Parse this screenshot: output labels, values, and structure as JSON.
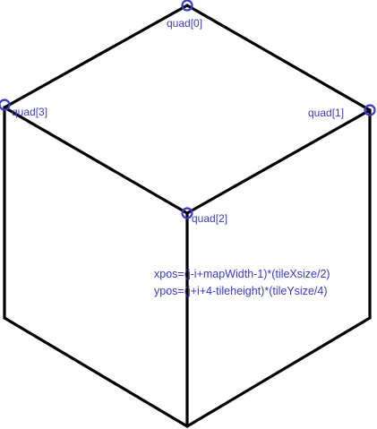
{
  "diagram": {
    "colors": {
      "edge": "#000000",
      "annotation": "#3a3ac8",
      "background": "#ffffff"
    },
    "vertex_labels": {
      "top": "quad[0]",
      "right": "quad[1]",
      "front": "quad[2]",
      "left": "quad[3]"
    },
    "formula": {
      "xpos": "xpos=(j-i+mapWidth-1)*(tileXsize/2)",
      "ypos": "ypos=(j+i+4-tileheight)*(tileYsize/4)"
    }
  }
}
